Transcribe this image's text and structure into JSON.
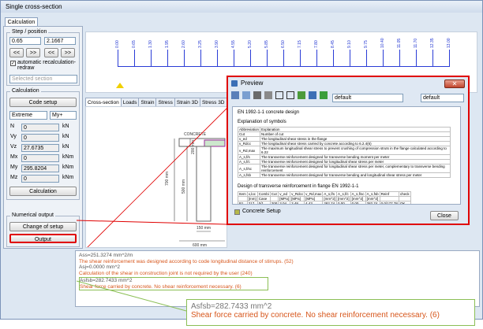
{
  "window": {
    "title": "Single cross-section"
  },
  "main_tab": "Calculation",
  "step": {
    "group_label": "Step / position",
    "value": "0.65",
    "position": "2.1667",
    "btn_first": "<<",
    "btn_next": ">>",
    "btn_prev": "<<",
    "btn_last": ">>",
    "auto_label": "automatic recalculation-redraw",
    "section_placeholder": "Selected section"
  },
  "calc": {
    "group_label": "Calculation",
    "code_setup": "Code setup",
    "extreme": "Extreme",
    "extreme_val": "My+",
    "rows": [
      {
        "name": "N",
        "value": "0",
        "unit": "kN"
      },
      {
        "name": "Vy",
        "value": "0",
        "unit": "kN"
      },
      {
        "name": "Vz",
        "value": "27.6735",
        "unit": "kN"
      },
      {
        "name": "Mx",
        "value": "0",
        "unit": "kNm"
      },
      {
        "name": "My",
        "value": "295.8204",
        "unit": "kNm"
      },
      {
        "name": "Mz",
        "value": "0",
        "unit": "kNm"
      }
    ],
    "calculation_btn": "Calculation"
  },
  "numerical": {
    "group_label": "Numerical output",
    "change_setup": "Change of setup",
    "output": "Output"
  },
  "ruler_ticks": [
    "0.00",
    "0.65",
    "1.30",
    "1.95",
    "2.60",
    "3.25",
    "3.90",
    "4.55",
    "5.20",
    "5.85",
    "6.50",
    "7.15",
    "7.80",
    "8.45",
    "9.10",
    "9.75",
    "10.40",
    "11.05",
    "11.70",
    "12.35",
    "13.00"
  ],
  "view_tabs": [
    "Cross-section",
    "Loads",
    "Strain",
    "Stress",
    "Strain 3D",
    "Stress 3D"
  ],
  "drawing": {
    "concrete_label": "CONCRETE",
    "dim_700": "700 mm",
    "dim_500": "500 mm",
    "dim_200": "200 mm",
    "dim_150": "150 mm",
    "dim_600": "600 mm"
  },
  "preview": {
    "title": "Preview",
    "style_a": "default",
    "style_b": "default",
    "heading": "EN 1992-1-1 concrete design",
    "symbols_title": "Explanation of symbols",
    "sym_head": [
      "Abbreviation",
      "Explanation"
    ],
    "symbols": [
      [
        "Cut",
        "Number of cut"
      ],
      [
        "v_ed",
        "The longitudinal shear stress in the flange"
      ],
      [
        "v_Rdcc",
        "The longitudinal shear stress carried by concrete according to 6.2.4(6)"
      ],
      [
        "v_Rd,max",
        "The maximum longitudinal shear stress to prevent crushing of compression struts in the flange calculated according to 6.22"
      ],
      [
        "A_s,f/s",
        "The transverse reinforcement designed for transverse bending moment per meter"
      ],
      [
        "A_s,f/c",
        "The transverse reinforcement designed for longitudinal shear stress per meter"
      ],
      [
        "A_s,f/sc",
        "The transverse reinforcement designed for longitudinal shear stress per meter, complementary to transverse bending reinforcement"
      ],
      [
        "A_s,fsb",
        "The transverse reinforcement designed for transverse bending and longitudinal shear stress per meter"
      ]
    ],
    "design_title": "Design of transverse reinforcement in flange EN 1992-1-1",
    "tbl_head": [
      "Item",
      "x,loc",
      "Combi",
      "Cut",
      "v_ed",
      "v_Rdcc",
      "v_Rd,max",
      "A_s,f/s",
      "A_s,f/c",
      "A_s,f/sc",
      "A_s,fsb",
      "Reinf",
      "check"
    ],
    "tbl_units": [
      "",
      "[mm]",
      "Case",
      "",
      "[MPa]",
      "[MPa]",
      "[MPa]",
      "[mm^2]",
      "[mm^2]",
      "[mm^2]",
      "[mm^2]",
      "",
      ""
    ],
    "tbl_row": [
      "B1",
      "217",
      "0/1",
      "200",
      "3.04",
      "3.48",
      "4.43",
      "282.74",
      "0.00",
      "0.00",
      "282.74",
      "0.0/177.78",
      "OK"
    ],
    "concrete_setup": "Concrete Setup",
    "close": "Close"
  },
  "log": {
    "lines": [
      {
        "text": "Ass=251.3274 mm^2/m",
        "color": "#555555"
      },
      {
        "text": "The shear reinforcement was designed according to code longitudinal distance of stirrups. (52)",
        "color": "#d7561b"
      },
      {
        "text": "Asj=0.0000 mm^2",
        "color": "#555555"
      },
      {
        "text": "Calculation of the shear in construction joint is not required by the user (240)",
        "color": "#d7561b"
      },
      {
        "text": "Asfsb=282.7433 mm^2",
        "color": "#555555"
      },
      {
        "text": "Shear force carried by concrete. No shear reinforcement necessary. (6)",
        "color": "#d7561b"
      }
    ]
  },
  "zoom": {
    "line1": "Asfsb=282.7433 mm^2",
    "line2": "Shear force carried by concrete. No shear reinforcement necessary. (6)"
  }
}
